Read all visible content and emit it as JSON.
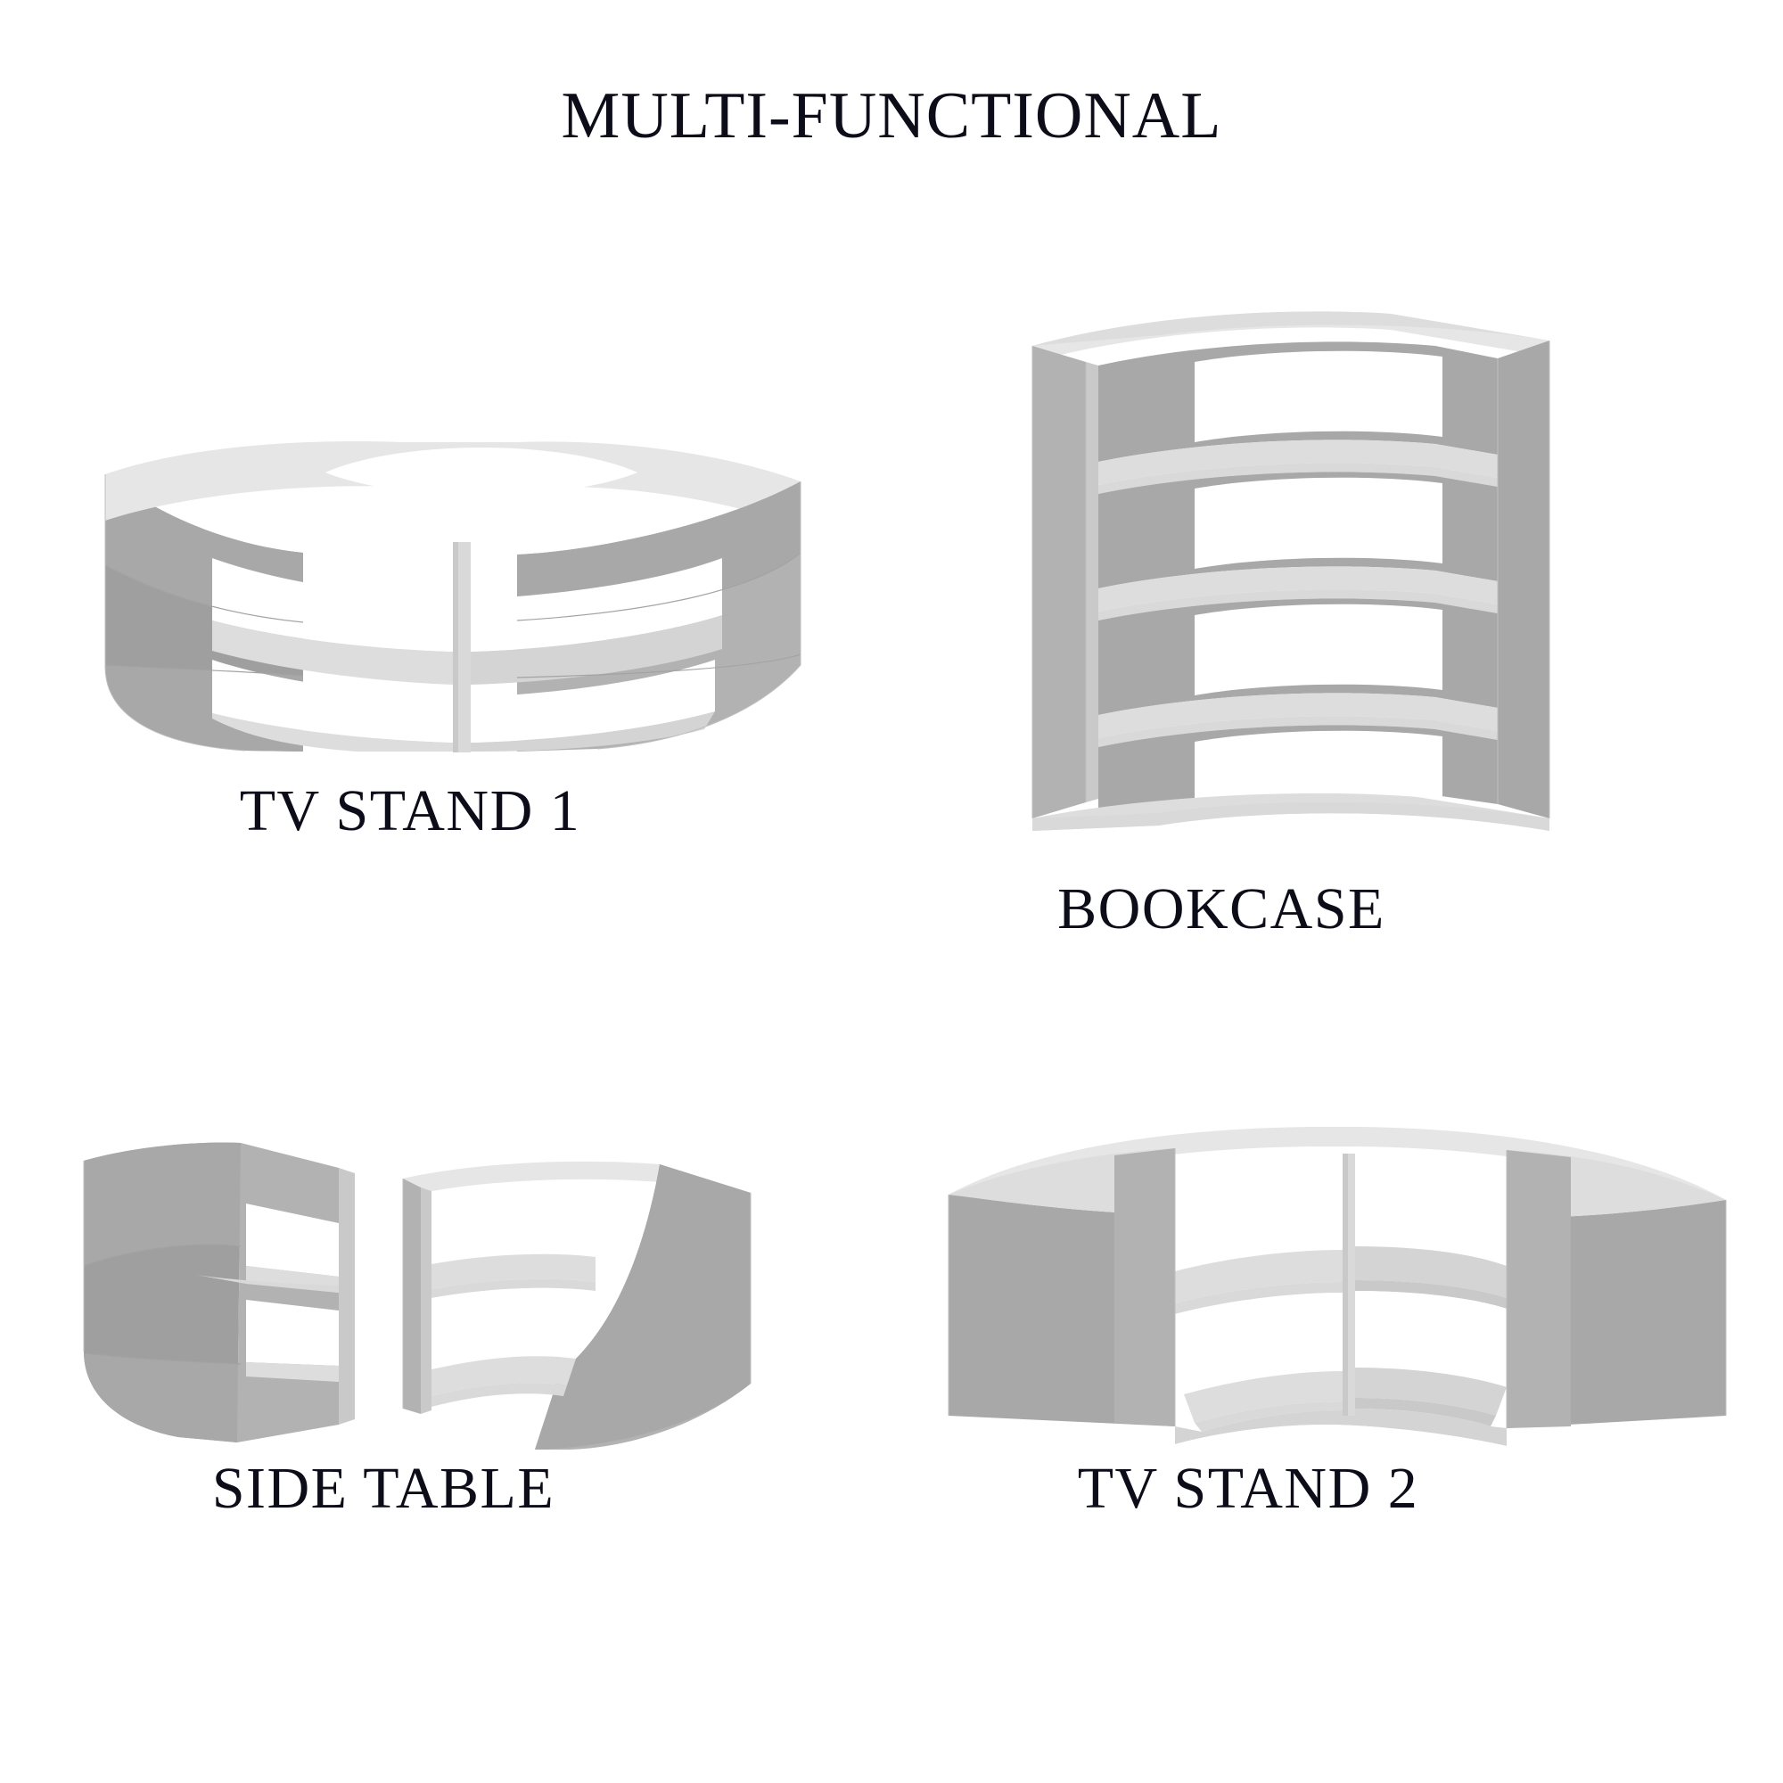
{
  "page": {
    "title": "MULTI-FUNCTIONAL",
    "background_color": "#ffffff",
    "text_color": "#0d0d1a",
    "product_color_light": "#dddddd",
    "product_color_mid": "#c9c9c9",
    "product_color_dark": "#a8a8a8"
  },
  "items": [
    {
      "id": "tv-stand-1",
      "label": "TV STAND 1",
      "orientation": "horizontal",
      "tiers": 3,
      "shelves": 2,
      "divider": "center-vertical",
      "shape": "semicircular-curved",
      "view": "front-three-quarter"
    },
    {
      "id": "bookcase",
      "label": "BOOKCASE",
      "orientation": "vertical",
      "tiers": 4,
      "shelves": 3,
      "divider": "none",
      "shape": "quarter-round-corner",
      "view": "front"
    },
    {
      "id": "side-table",
      "label": "SIDE TABLE",
      "orientation": "horizontal-split",
      "pieces": 2,
      "tiers": 3,
      "shelves": 2,
      "shape": "two-separated-curved-halves",
      "view": "front-three-quarter"
    },
    {
      "id": "tv-stand-2",
      "label": "TV STAND 2",
      "orientation": "horizontal",
      "tiers": 3,
      "shelves": 2,
      "divider": "center-vertical",
      "shape": "semicircular-curved-convex-out",
      "view": "top-down-wide"
    }
  ]
}
